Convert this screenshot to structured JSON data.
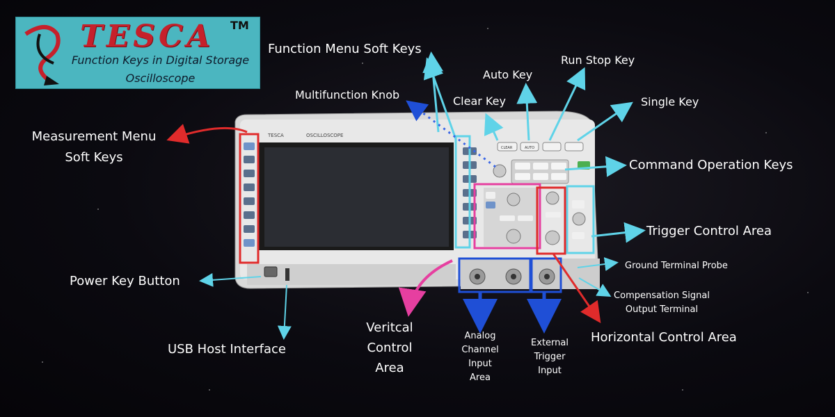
{
  "logo": {
    "brand": "TESCA",
    "tm": "TM",
    "subtitle_line1": "Function Keys in Digital Storage",
    "subtitle_line2": "Oscilloscope"
  },
  "device": {
    "model_text": "OSCILLOSCOPE",
    "brand_small": "TESCA",
    "buttons": {
      "clear": "CLEAR",
      "auto": "AUTO"
    }
  },
  "labels": {
    "function_menu_soft_keys": "Function Menu Soft Keys",
    "auto_key": "Auto Key",
    "run_stop_key": "Run Stop Key",
    "multifunction_knob": "Multifunction Knob",
    "clear_key": "Clear Key",
    "single_key": "Single Key",
    "measurement_menu_line1": "Measurement Menu",
    "measurement_menu_line2": "Soft Keys",
    "command_operation_keys": "Command Operation Keys",
    "trigger_control_area": "Trigger Control Area",
    "ground_terminal_probe": "Ground Terminal Probe",
    "power_key_button": "Power Key Button",
    "compensation_line1": "Compensation Signal",
    "compensation_line2": "Output Terminal",
    "horizontal_control_area": "Horizontal Control Area",
    "vertical_line1": "Veritcal",
    "vertical_line2": "Control",
    "vertical_line3": "Area",
    "analog_line1": "Analog",
    "analog_line2": "Channel",
    "analog_line3": "Input",
    "analog_line4": "Area",
    "external_line1": "External",
    "external_line2": "Trigger",
    "external_line3": "Input",
    "usb_host_interface": "USB Host Interface"
  },
  "colors": {
    "background": "#0b0a10",
    "label_text": "#ffffff",
    "cyan_arrow": "#5fd3e8",
    "red_arrow": "#e02b2b",
    "blue_arrow": "#1f4fd6",
    "pink_arrow": "#e63fa0",
    "logo_bg": "#4bb6c0",
    "logo_brand": "#c6202b"
  }
}
